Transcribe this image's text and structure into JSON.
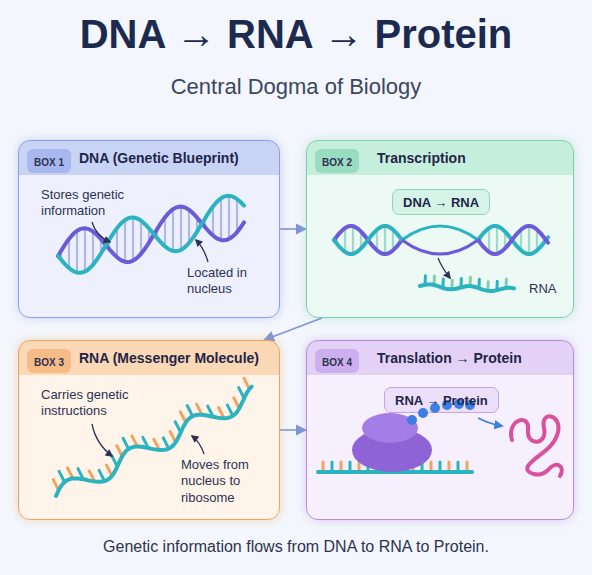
{
  "diagram": {
    "title": "DNA → RNA → Protein",
    "caption": "Genetic information flows from DNA to RNA to Protein.",
    "nodes": [
      {
        "text": [
          "DNA (Genetic Blueprint)",
          "Stores genetic information",
          "Located in nucleus"
        ]
      },
      {
        "text": [
          "BOX 1"
        ],
        "in": 0
      },
      {
        "text": [
          "Transcription",
          "RNA"
        ]
      },
      {
        "text": [
          "BOX 2"
        ],
        "in": 2
      },
      {
        "text": [
          "DNA → RNA"
        ],
        "in": 2
      },
      {
        "text": [
          "RNA (Messenger Molecule)",
          "Carries genetic instructions",
          "Moves from nucleus to ribosome"
        ]
      },
      {
        "text": [
          "BOX 3"
        ],
        "in": 5
      },
      {
        "text": [
          "Translation → Protein"
        ]
      },
      {
        "text": [
          "BOX 4"
        ],
        "in": 7
      },
      {
        "text": [
          "RNA → Protein"
        ],
        "in": 7
      }
    ],
    "edges": [
      {
        "from": 0,
        "to": 2,
        "arrow": "to"
      },
      {
        "from": 2,
        "to": 5,
        "arrow": "to"
      },
      {
        "from": 5,
        "to": 7,
        "arrow": "to"
      }
    ],
    "labels": [
      "Central Dogma of Biology"
    ]
  }
}
